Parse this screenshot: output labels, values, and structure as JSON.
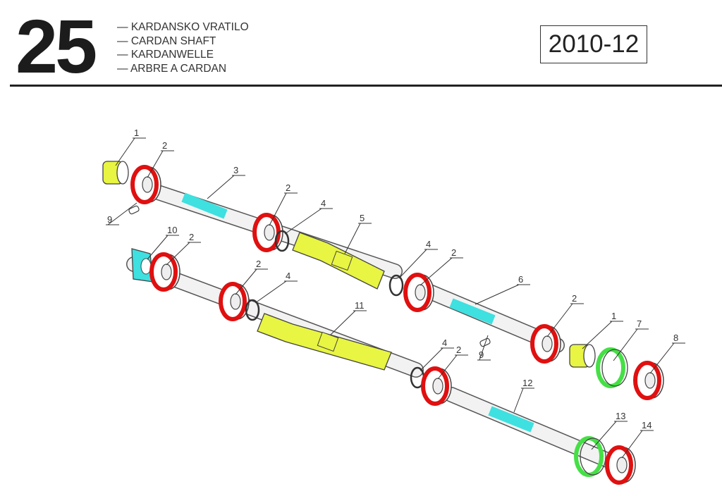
{
  "header": {
    "section_number": "25",
    "titles": [
      "KARDANSKO VRATILO",
      "CARDAN SHAFT",
      "KARDANWELLE",
      "ARBRE A CARDAN"
    ],
    "date_code": "2010-12"
  },
  "colors": {
    "yellow": "#e8f542",
    "red": "#e01010",
    "cyan": "#3ee0e0",
    "green": "#45e045"
  },
  "diagram": {
    "callouts": [
      {
        "label": "1",
        "part": "bushing",
        "color": "yellow"
      },
      {
        "label": "2",
        "part": "bearing",
        "color": "red"
      },
      {
        "label": "3",
        "part": "shaft",
        "color": "cyan"
      },
      {
        "label": "2",
        "part": "bearing",
        "color": "red"
      },
      {
        "label": "4",
        "part": "circlip"
      },
      {
        "label": "5",
        "part": "universal-joint",
        "color": "yellow"
      },
      {
        "label": "9",
        "part": "pin"
      },
      {
        "label": "10",
        "part": "yoke",
        "color": "cyan"
      },
      {
        "label": "2",
        "part": "bearing",
        "color": "red"
      },
      {
        "label": "2",
        "part": "bearing",
        "color": "red"
      },
      {
        "label": "4",
        "part": "circlip"
      },
      {
        "label": "11",
        "part": "universal-joint",
        "color": "yellow"
      },
      {
        "label": "4",
        "part": "circlip"
      },
      {
        "label": "2",
        "part": "bearing",
        "color": "red"
      },
      {
        "label": "6",
        "part": "shaft",
        "color": "cyan"
      },
      {
        "label": "2",
        "part": "bearing",
        "color": "red"
      },
      {
        "label": "1",
        "part": "bushing",
        "color": "yellow"
      },
      {
        "label": "7",
        "part": "ring",
        "color": "green"
      },
      {
        "label": "8",
        "part": "bearing",
        "color": "red"
      },
      {
        "label": "4",
        "part": "circlip"
      },
      {
        "label": "2",
        "part": "bearing",
        "color": "red"
      },
      {
        "label": "9",
        "part": "pin"
      },
      {
        "label": "12",
        "part": "shaft",
        "color": "cyan"
      },
      {
        "label": "13",
        "part": "ring",
        "color": "green"
      },
      {
        "label": "14",
        "part": "bearing",
        "color": "red"
      }
    ]
  }
}
